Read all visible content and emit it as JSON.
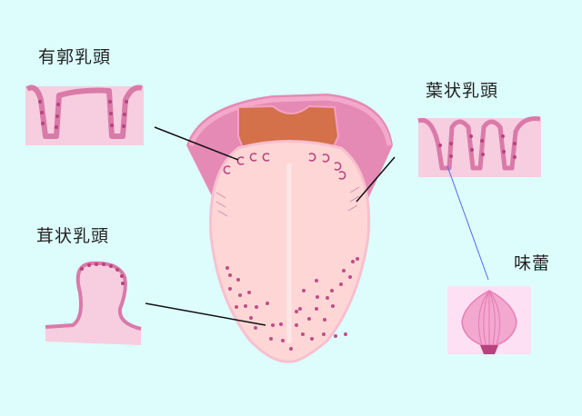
{
  "labels": {
    "circumvallate": "有郭乳頭",
    "foliate": "葉状乳頭",
    "fungiform": "茸状乳頭",
    "taste_bud": "味蕾"
  },
  "colors": {
    "background": "#ddfdfd",
    "tongue": "#fed6d6",
    "tongue_edge": "#f7b6c8",
    "throat": "#e58ab5",
    "pharynx": "#d4704a",
    "papilla_wall": "#d97aa8",
    "papilla_dark": "#b8437e",
    "box_fill": "#f7cde0",
    "bud_fill": "#fde0f4",
    "leader_line": "#111111",
    "bud_leader": "#5566ee"
  }
}
